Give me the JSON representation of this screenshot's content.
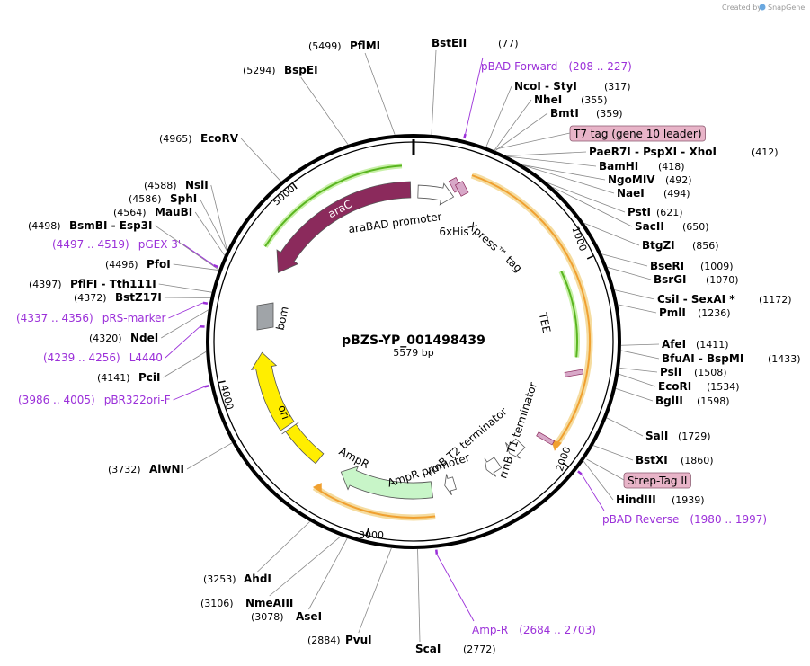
{
  "credit": {
    "text": "Created by",
    "brand": "SnapGene"
  },
  "plasmid": {
    "name": "pBZS-YP_001498439",
    "length_label": "5579 bp",
    "length": 5579
  },
  "ticks": [
    {
      "label": "1000",
      "pos": 1000
    },
    {
      "label": "2000",
      "pos": 2000
    },
    {
      "label": "3000",
      "pos": 3000
    },
    {
      "label": "4000",
      "pos": 4000
    },
    {
      "label": "5000",
      "pos": 5000
    }
  ],
  "enzymes": [
    {
      "name": "BstEII",
      "pos": "(77)",
      "bp": 77
    },
    {
      "name": "NcoI",
      "sep": "-",
      "name2": "StyI",
      "pos": "(317)",
      "bp": 317
    },
    {
      "name": "NheI",
      "pos": "(355)",
      "bp": 355
    },
    {
      "name": "BmtI",
      "pos": "(359)",
      "bp": 359
    },
    {
      "name": "PaeR7I",
      "sep": "-",
      "name2": "PspXI",
      "sep2": "-",
      "name3": "XhoI",
      "pos": "(412)",
      "bp": 412
    },
    {
      "name": "BamHI",
      "pos": "(418)",
      "bp": 418
    },
    {
      "name": "NgoMIV",
      "pos": "(492)",
      "bp": 492
    },
    {
      "name": "NaeI",
      "pos": "(494)",
      "bp": 494
    },
    {
      "name": "PstI",
      "pos": "(621)",
      "bp": 621
    },
    {
      "name": "SacII",
      "pos": "(650)",
      "bp": 650
    },
    {
      "name": "BtgZI",
      "pos": "(856)",
      "bp": 856
    },
    {
      "name": "BseRI",
      "pos": "(1009)",
      "bp": 1009
    },
    {
      "name": "BsrGI",
      "pos": "(1070)",
      "bp": 1070
    },
    {
      "name": "CsiI",
      "sep": "-",
      "name2": "SexAI *",
      "pos": "(1172)",
      "bp": 1172
    },
    {
      "name": "PmlI",
      "pos": "(1236)",
      "bp": 1236
    },
    {
      "name": "AfeI",
      "pos": "(1411)",
      "bp": 1411
    },
    {
      "name": "BfuAI",
      "sep": "-",
      "name2": "BspMI",
      "pos": "(1433)",
      "bp": 1433
    },
    {
      "name": "PsiI",
      "pos": "(1508)",
      "bp": 1508
    },
    {
      "name": "EcoRI",
      "pos": "(1534)",
      "bp": 1534
    },
    {
      "name": "BglII",
      "pos": "(1598)",
      "bp": 1598
    },
    {
      "name": "SalI",
      "pos": "(1729)",
      "bp": 1729
    },
    {
      "name": "BstXI",
      "pos": "(1860)",
      "bp": 1860
    },
    {
      "name": "HindIII",
      "pos": "(1939)",
      "bp": 1939
    },
    {
      "name": "ScaI",
      "pos": "(2772)",
      "bp": 2772
    },
    {
      "name": "PvuI",
      "pos": "(2884)",
      "bp": 2884
    },
    {
      "name": "AseI",
      "pos": "(3078)",
      "bp": 3078
    },
    {
      "name": "NmeAIII",
      "pos": "(3106)",
      "bp": 3106
    },
    {
      "name": "AhdI",
      "pos": "(3253)",
      "bp": 3253
    },
    {
      "name": "AlwNI",
      "pos": "(3732)",
      "bp": 3732
    },
    {
      "name": "PciI",
      "pos": "(4141)",
      "bp": 4141
    },
    {
      "name": "NdeI",
      "pos": "(4320)",
      "bp": 4320
    },
    {
      "name": "BstZ17I",
      "pos": "(4372)",
      "bp": 4372
    },
    {
      "name": "PflFI",
      "sep": "-",
      "name2": "Tth111I",
      "pos": "(4397)",
      "bp": 4397
    },
    {
      "name": "PfoI",
      "pos": "(4496)",
      "bp": 4496
    },
    {
      "name": "BsmBI",
      "sep": "-",
      "name2": "Esp3I",
      "pos": "(4498)",
      "bp": 4498
    },
    {
      "name": "MauBI",
      "pos": "(4564)",
      "bp": 4564
    },
    {
      "name": "SphI",
      "pos": "(4586)",
      "bp": 4586
    },
    {
      "name": "NsiI",
      "pos": "(4588)",
      "bp": 4588
    },
    {
      "name": "EcoRV",
      "pos": "(4965)",
      "bp": 4965
    },
    {
      "name": "BspEI",
      "pos": "(5294)",
      "bp": 5294
    },
    {
      "name": "PflMI",
      "pos": "(5499)",
      "bp": 5499
    }
  ],
  "primers": [
    {
      "name": "pBAD Forward",
      "range": "(208 .. 227)",
      "bp": 217
    },
    {
      "name": "pBAD Reverse",
      "range": "(1980 .. 1997)",
      "bp": 1988
    },
    {
      "name": "Amp-R",
      "range": "(2684 .. 2703)",
      "bp": 2693
    },
    {
      "name": "pBR322ori-F",
      "range": "(3986 .. 4005)",
      "bp": 3995
    },
    {
      "name": "L4440",
      "range": "(4239 .. 4256)",
      "bp": 4247
    },
    {
      "name": "pRS-marker",
      "range": "(4337 .. 4356)",
      "bp": 4346
    },
    {
      "name": "pGEX 3'",
      "range": "(4497 .. 4519)",
      "bp": 4508
    }
  ],
  "boxed_features": [
    {
      "name": "T7 tag (gene 10 leader)",
      "bp": 360
    },
    {
      "name": "Strep-Tag II",
      "bp": 1925
    }
  ],
  "features": [
    {
      "name": "araC",
      "color": "#8b2a5c"
    },
    {
      "name": "araBAD promoter",
      "color": "#ffffff"
    },
    {
      "name": "6xHis",
      "color": "#d8a8c8"
    },
    {
      "name": "Xpress™ tag",
      "color": "#d8a8c8"
    },
    {
      "name": "TEE",
      "color": "#d8a8c8"
    },
    {
      "name": "rrnB T1 terminator",
      "color": "#ffffff"
    },
    {
      "name": "rrnB T2 terminator",
      "color": "#ffffff"
    },
    {
      "name": "AmpR promoter",
      "color": "#ffffff"
    },
    {
      "name": "AmpR",
      "color": "#c8f5c8"
    },
    {
      "name": "ori",
      "color": "#ffee00"
    },
    {
      "name": "bom",
      "color": "#a0a4a8"
    }
  ],
  "colors": {
    "primer": "#9b30d9",
    "orf": "#f0a030",
    "orf_inner": "#5ab520",
    "backbone": "#000000",
    "boxed_feature_fill": "#e8b4c8"
  }
}
